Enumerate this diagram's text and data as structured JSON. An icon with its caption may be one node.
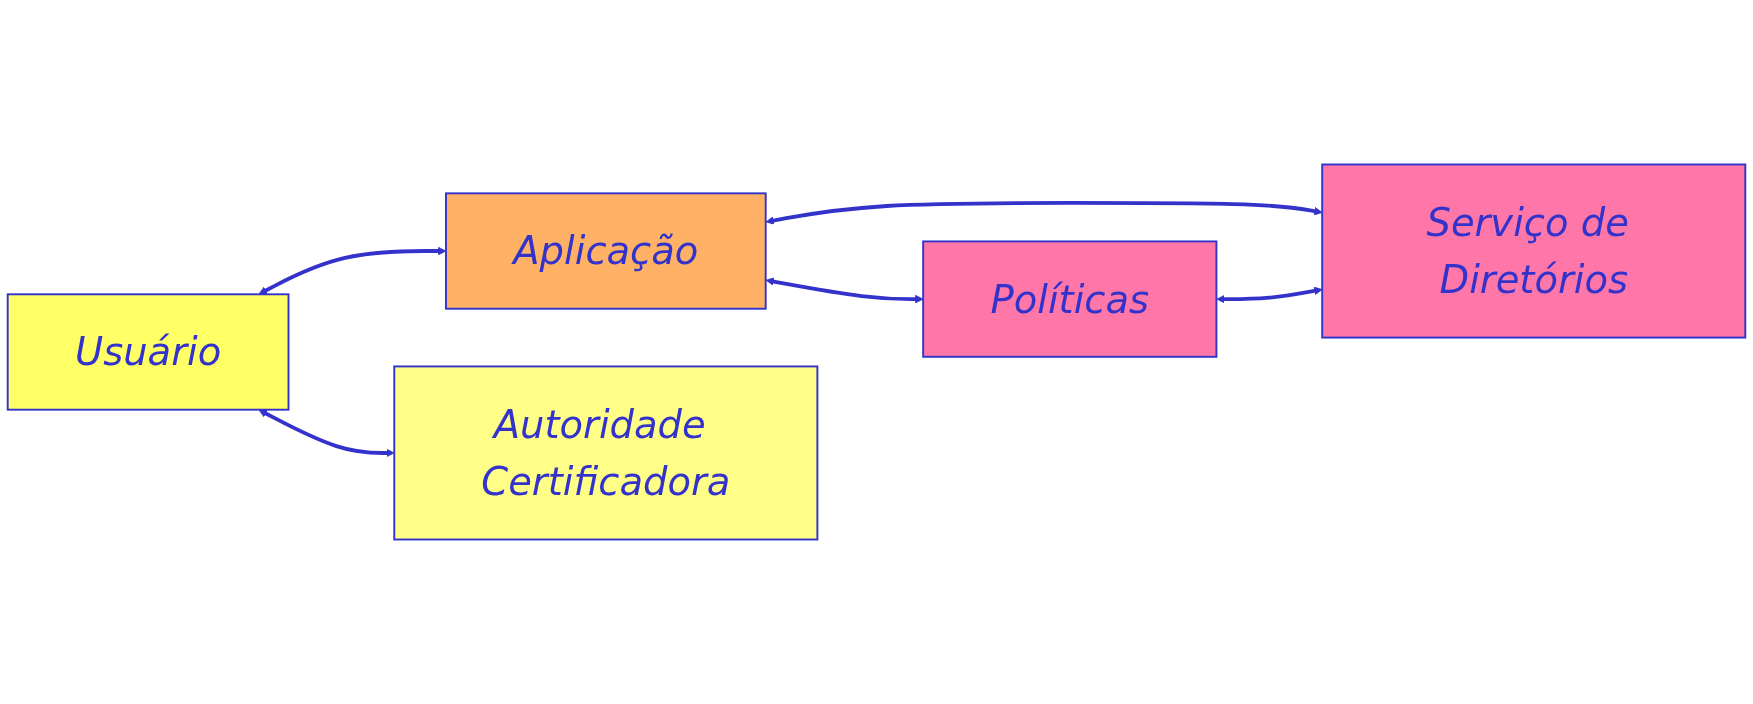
{
  "diagram": {
    "nodes": [
      {
        "text": [
          "Usuário"
        ]
      },
      {
        "text": [
          "Aplicação"
        ]
      },
      {
        "text": [
          "Políticas"
        ]
      },
      {
        "text": [
          "Serviço de Diretórios"
        ]
      },
      {
        "text": [
          "Autoridade Certificadora"
        ]
      }
    ],
    "edges": [
      {
        "from": 0,
        "to": 1,
        "arrow": "both"
      },
      {
        "from": 1,
        "to": 2,
        "arrow": "both"
      },
      {
        "from": 1,
        "to": 3,
        "arrow": "both"
      },
      {
        "from": 2,
        "to": 3,
        "arrow": "both"
      },
      {
        "from": 0,
        "to": 4,
        "arrow": "both"
      }
    ]
  }
}
